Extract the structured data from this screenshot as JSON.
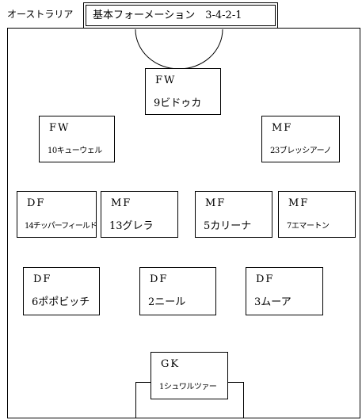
{
  "team": "オーストラリア",
  "title": "基本フォーメーション　3-4-2-1",
  "players": [
    {
      "pos": "FW",
      "name": "9ビドゥカ"
    },
    {
      "pos": "FW",
      "name": "10キューウェル"
    },
    {
      "pos": "MF",
      "name": "23ブレッシアーノ"
    },
    {
      "pos": "DF",
      "name": "14チッパーフィールド"
    },
    {
      "pos": "MF",
      "name": "13グレラ"
    },
    {
      "pos": "MF",
      "name": "5カリーナ"
    },
    {
      "pos": "MF",
      "name": "7エマートン"
    },
    {
      "pos": "DF",
      "name": "6ポポビッチ"
    },
    {
      "pos": "DF",
      "name": "2ニール"
    },
    {
      "pos": "DF",
      "name": "3ムーア"
    },
    {
      "pos": "GK",
      "name": "1シュワルツァー"
    }
  ]
}
